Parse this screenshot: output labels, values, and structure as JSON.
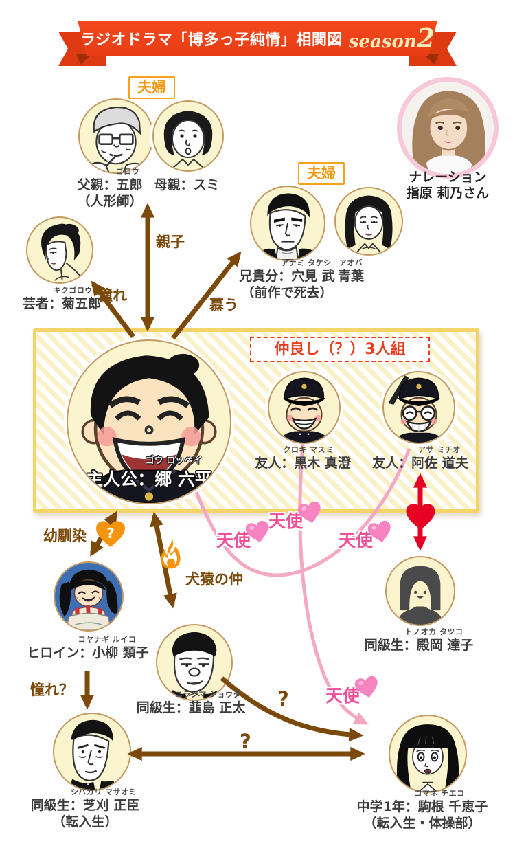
{
  "banner": {
    "title": "ラジオドラマ「博多っ子純情」相関図",
    "season_word": "season",
    "season_number": "2"
  },
  "narrator": {
    "role": "ナレーション",
    "name": "指原 莉乃さん"
  },
  "group_labels": {
    "couple_parents": "夫婦",
    "couple_anami": "夫婦",
    "trio": "仲良し（？）3人組"
  },
  "characters": {
    "father": {
      "furigana": "ゴロウ",
      "name": "父親：五郎",
      "note": "（人形師）"
    },
    "mother": {
      "furigana": "",
      "name": "母親：スミ",
      "note": ""
    },
    "geisha": {
      "furigana": "キクゴロウ",
      "name": "芸者：菊五郎",
      "note": ""
    },
    "anami": {
      "furigana": "アナミ タケシ",
      "name": "兄貴分：穴見 武",
      "note": "（前作で死去）"
    },
    "aoba": {
      "furigana": "アオバ",
      "name": "青葉",
      "note": ""
    },
    "rokuhei": {
      "furigana": "ゴウ ロッペイ",
      "name": "主人公：郷 六平",
      "note": ""
    },
    "kuroki": {
      "furigana": "クロキ マスミ",
      "name": "友人：黒木 真澄",
      "note": ""
    },
    "asa": {
      "furigana": "アサ ミチオ",
      "name": "友人：阿佐 道夫",
      "note": ""
    },
    "tonooka": {
      "furigana": "トノオカ タツコ",
      "name": "同級生：殿岡 達子",
      "note": ""
    },
    "koyanagi": {
      "furigana": "コヤナギ ルイコ",
      "name": "ヒロイン：小柳 類子",
      "note": ""
    },
    "nirajima": {
      "furigana": "ニラジマ ショウタ",
      "name": "同級生：韮島 正太",
      "note": ""
    },
    "shibakari": {
      "furigana": "シバカリ マサオミ",
      "name": "同級生：芝刈 正臣",
      "note": "（転入生）"
    },
    "komane": {
      "furigana": "コマネ チエコ",
      "name": "中学1年：駒根 千恵子",
      "note": "（転入生・体操部）"
    }
  },
  "relations": {
    "oyako": "親子",
    "akogare": "憧れ",
    "shitau": "慕う",
    "osananajimi": "幼馴染",
    "kenen_no_naka": "犬猿の仲",
    "akogare_q": "憧れ？",
    "tenshi": "天使",
    "q": "?",
    "heart_q": "?"
  },
  "colors": {
    "ribbon_red": "#F3481C",
    "season_cream": "#F7E9B8",
    "arrow_brown": "#7B4A0A",
    "pink_line": "#F3A9C3",
    "tenshi_pink": "#F0509A",
    "love_red": "#E60023",
    "orange_accent": "#F6980B",
    "box_border_gold": "#F3D468",
    "portrait_bg": "#FAF4CF",
    "trio_red": "#EA3C1E",
    "narrator_pink": "#F7C9D8"
  },
  "icons": {
    "question_heart": "question-heart-icon",
    "flame": "flame-icon",
    "red_heart": "heart-icon",
    "pink_heart": "heart-icon"
  }
}
